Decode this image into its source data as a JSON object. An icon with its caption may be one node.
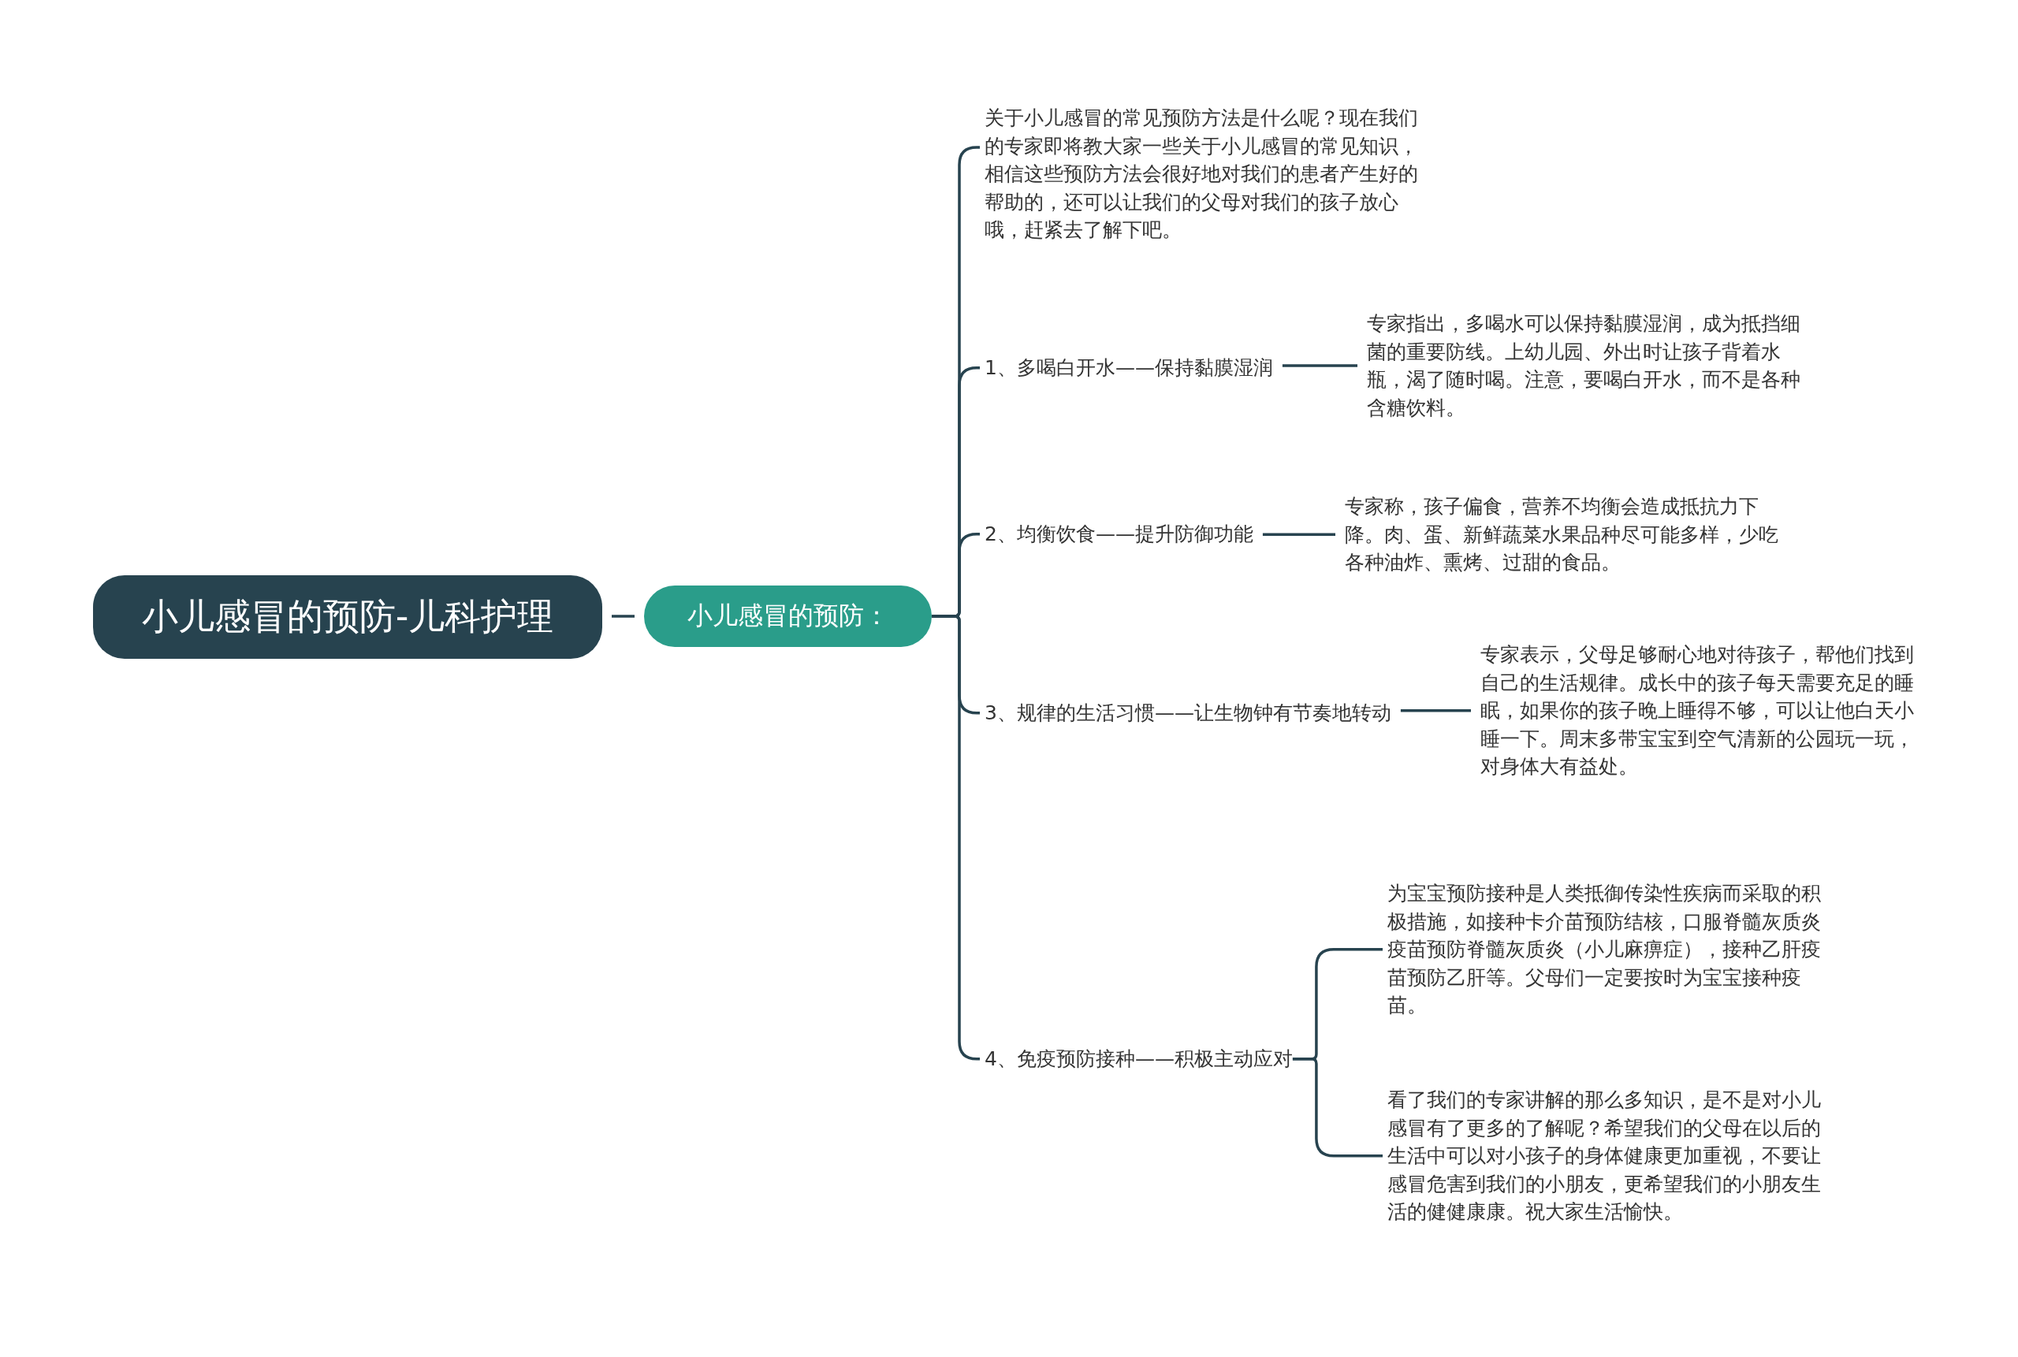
{
  "diagram": {
    "nodes": [
      {
        "text": [
          "小儿感冒的预防-儿科护理"
        ]
      },
      {
        "text": [
          "小儿感冒的预防："
        ]
      },
      {
        "text": [
          "关于小儿感冒的常见预防方法是什么呢？现在我们的专家即将教大家一些关于小儿感冒的常见知识，相信这些预防方法会很好地对我们的患者产生好的帮助的，还可以让我们的父母对我们的孩子放心哦，赶紧去了解下吧。"
        ]
      },
      {
        "text": [
          "1、多喝白开水——保持黏膜湿润"
        ]
      },
      {
        "text": [
          "专家指出，多喝水可以保持黏膜湿润，成为抵挡细菌的重要防线。上幼儿园、外出时让孩子背着水瓶，渴了随时喝。注意，要喝白开水，而不是各种含糖饮料。"
        ]
      },
      {
        "text": [
          "2、均衡饮食——提升防御功能"
        ]
      },
      {
        "text": [
          "专家称，孩子偏食，营养不均衡会造成抵抗力下降。肉、蛋、新鲜蔬菜水果品种尽可能多样，少吃各种油炸、熏烤、过甜的食品。"
        ]
      },
      {
        "text": [
          "3、规律的生活习惯——让生物钟有节奏地转动"
        ]
      },
      {
        "text": [
          "专家表示，父母足够耐心地对待孩子，帮他们找到自己的生活规律。成长中的孩子每天需要充足的睡眠，如果你的孩子晚上睡得不够，可以让他白天小睡一下。周末多带宝宝到空气清新的公园玩一玩，对身体大有益处。"
        ]
      },
      {
        "text": [
          "4、免疫预防接种——积极主动应对"
        ]
      },
      {
        "text": [
          "为宝宝预防接种是人类抵御传染性疾病而采取的积极措施，如接种卡介苗预防结核，口服脊髓灰质炎疫苗预防脊髓灰质炎（小儿麻痹症），接种乙肝疫苗预防乙肝等。父母们一定要按时为宝宝接种疫苗。"
        ]
      },
      {
        "text": [
          "看了我们的专家讲解的那么多知识，是不是对小儿感冒有了更多的了解呢？希望我们的父母在以后的生活中可以对小孩子的身体健康更加重视，不要让感冒危害到我们的小朋友，更希望我们的小朋友生活的健健康康。祝大家生活愉快。"
        ]
      }
    ],
    "edges": [
      {
        "from": 0,
        "to": 1,
        "arrow": "none"
      },
      {
        "from": 1,
        "to": 2,
        "arrow": "none"
      },
      {
        "from": 1,
        "to": 3,
        "arrow": "none"
      },
      {
        "from": 1,
        "to": 5,
        "arrow": "none"
      },
      {
        "from": 1,
        "to": 7,
        "arrow": "none"
      },
      {
        "from": 1,
        "to": 9,
        "arrow": "none"
      },
      {
        "from": 3,
        "to": 4,
        "arrow": "none"
      },
      {
        "from": 5,
        "to": 6,
        "arrow": "none"
      },
      {
        "from": 7,
        "to": 8,
        "arrow": "none"
      },
      {
        "from": 9,
        "to": 10,
        "arrow": "none"
      },
      {
        "from": 9,
        "to": 11,
        "arrow": "none"
      }
    ]
  }
}
